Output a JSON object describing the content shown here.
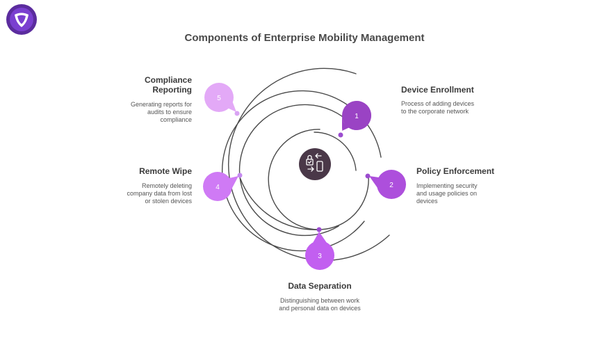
{
  "title": "Components of Enterprise Mobility Management",
  "steps": [
    {
      "number": "1",
      "title": "Device Enrollment",
      "description": "Process of adding devices to the corporate network",
      "color": "#9a43c4"
    },
    {
      "number": "2",
      "title": "Policy Enforcement",
      "description": "Implementing security and usage policies on devices",
      "color": "#ad4fdc"
    },
    {
      "number": "3",
      "title": "Data Separation",
      "description": "Distinguishing between work and personal data on devices",
      "color": "#c25ff0"
    },
    {
      "number": "4",
      "title": "Remote Wipe",
      "description": "Remotely deleting company data from lost or stolen devices",
      "color": "#cf7af5"
    },
    {
      "number": "5",
      "title": "Compliance Reporting",
      "description": "Generating reports for audits to ensure compliance",
      "color": "#e3a9f7"
    }
  ],
  "center_icon": "lock-phone-sync-icon",
  "logo_icon": "shield-v-logo-icon"
}
